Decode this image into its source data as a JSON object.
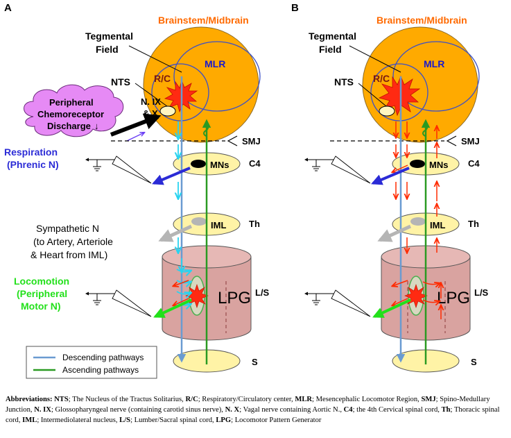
{
  "panels": {
    "a": {
      "letter": "A"
    },
    "b": {
      "letter": "B"
    }
  },
  "labels": {
    "brainstem": "Brainstem/Midbrain",
    "tegmental_1": "Tegmental",
    "tegmental_2": "Field",
    "mlr": "MLR",
    "rc": "R/C",
    "nts": "NTS",
    "nix_1": "N. IX",
    "nix_2": "& X",
    "smj": "SMJ",
    "c4": "C4",
    "mns": "MNs",
    "th": "Th",
    "iml": "IML",
    "ls": "L/S",
    "lpg": "LPG",
    "s": "S",
    "cloud_1": "Peripheral",
    "cloud_2": "Chemoreceptor",
    "cloud_3": "Discharge",
    "cloud_arrow": "↓",
    "respiration_1": "Respiration",
    "respiration_2": "(Phrenic N)",
    "sympathetic_1": "Sympathetic N",
    "sympathetic_2": "(to Artery, Arteriole",
    "sympathetic_3": "& Heart from IML)",
    "locomotion_1": "Locomotion",
    "locomotion_2": "(Peripheral",
    "locomotion_3": "Motor N)"
  },
  "legend": {
    "descending": "Descending pathways",
    "ascending": "Ascending pathways"
  },
  "colors": {
    "brainstem_fill": "#ffaa00",
    "brainstem_label": "#ff6a00",
    "blue_label": "#1a1acc",
    "respiration": "#2b2bd6",
    "locomotion": "#22e01a",
    "descending": "#6a9bd1",
    "ascending": "#2a9a22",
    "cyan_arrow": "#28d3f0",
    "red_arrow": "#ff2a00",
    "spinal_fill": "#fff3a6",
    "lpg_fill": "#d9a3a0",
    "cloud_fill": "#e68af5"
  },
  "caption": {
    "parts": [
      {
        "b": "Abbreviations: NTS",
        "t": "; The Nucleus of the Tractus Solitarius, "
      },
      {
        "b": "R/C",
        "t": "; Respiratory/Circulatory center, "
      },
      {
        "b": "MLR",
        "t": "; Mesencephalic Locomotor Region, "
      },
      {
        "b": "SMJ",
        "t": "; Spino-Medullary Junction, "
      },
      {
        "b": "N. IX",
        "t": "; Glossopharyngeal nerve (containing carotid sinus nerve), "
      },
      {
        "b": "N. X",
        "t": "; Vagal nerve containing Aortic N., "
      },
      {
        "b": "C4",
        "t": "; the 4th Cervical spinal cord, "
      },
      {
        "b": "Th",
        "t": "; Thoracic spinal cord, "
      },
      {
        "b": "IML",
        "t": "; Intermediolateral nucleus, "
      },
      {
        "b": "L/S",
        "t": "; Lumber/Sacral spinal cord, "
      },
      {
        "b": "LPG",
        "t": "; Locomotor Pattern Generator"
      }
    ]
  }
}
